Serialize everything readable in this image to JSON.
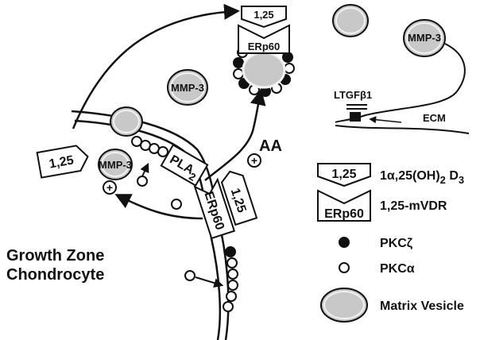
{
  "labels": {
    "mmp3": "MMP-3",
    "mmp3_partial": "MMP-3",
    "compound": "1,25",
    "erp60": "ERp60",
    "pla2_main": "PLA",
    "pla2_sub": "2",
    "aa": "AA",
    "plus": "+",
    "ltgfb1": "LTGFβ1",
    "ecm": "ECM",
    "cell_line1": "Growth Zone",
    "cell_line2": "Chondrocyte"
  },
  "legend": {
    "d3_a": "1",
    "d3_alpha": "α",
    "d3_b": ",25(OH)",
    "d3_sub2": "2",
    "d3_c": " D",
    "d3_sub3": "3",
    "mvdr": "1,25-mVDR",
    "pkcz_a": "PKC",
    "pkcz_b": "ζ",
    "pkca_a": "PKC",
    "pkca_b": "α",
    "matrix_vesicle": "Matrix Vesicle"
  },
  "colors": {
    "ink": "#111111",
    "vesicle_fill": "#c8c8c8",
    "vesicle_ring": "#f2f2f2",
    "pkc_zeta": "#111111",
    "pkc_alpha": "#ffffff",
    "ltgf_block": "#111111"
  },
  "icons": {
    "vesicle": "matrix-vesicle-icon",
    "pkc_zeta": "filled-circle-icon",
    "pkc_alpha": "open-circle-icon",
    "ligand": "pentagon-1-25-icon",
    "receptor": "chevron-receptor-icon"
  }
}
